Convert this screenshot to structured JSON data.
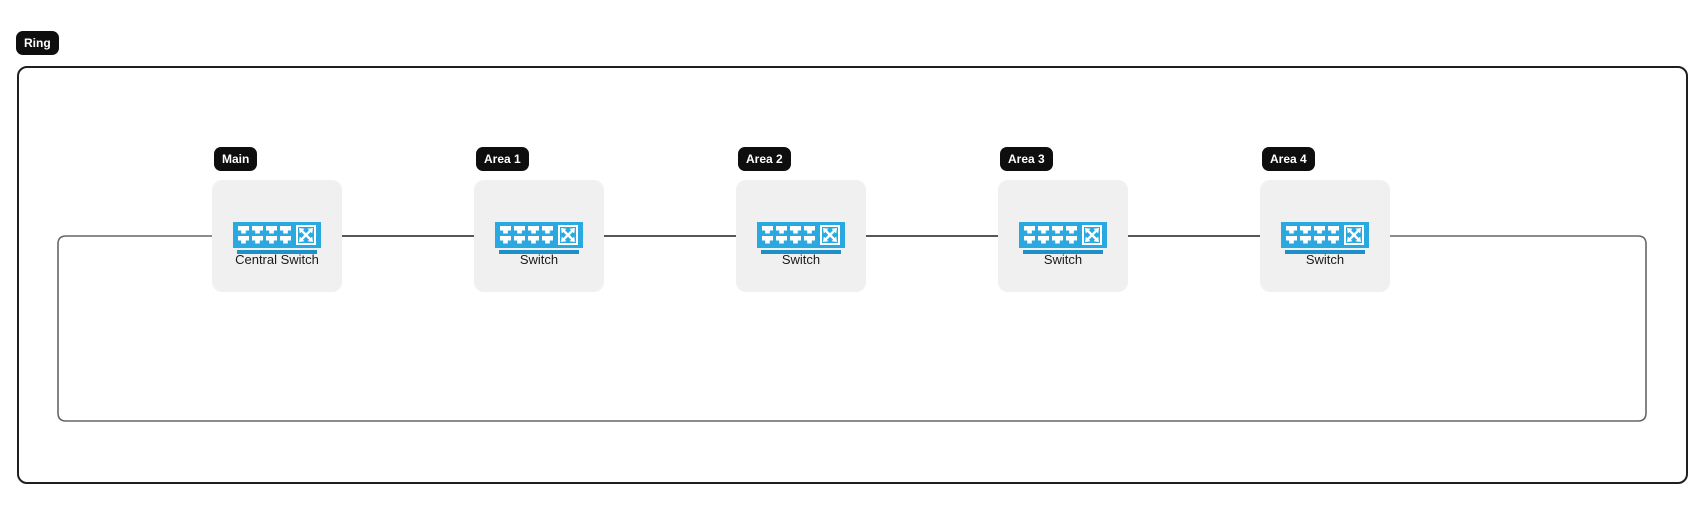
{
  "diagram": {
    "type": "network-topology",
    "group_label": "Ring",
    "nodes": [
      {
        "id": "main",
        "badge": "Main",
        "label": "Central Switch",
        "icon": "switch-icon"
      },
      {
        "id": "area1",
        "badge": "Area 1",
        "label": "Switch",
        "icon": "switch-icon"
      },
      {
        "id": "area2",
        "badge": "Area 2",
        "label": "Switch",
        "icon": "switch-icon"
      },
      {
        "id": "area3",
        "badge": "Area 3",
        "label": "Switch",
        "icon": "switch-icon"
      },
      {
        "id": "area4",
        "badge": "Area 4",
        "label": "Switch",
        "icon": "switch-icon"
      }
    ],
    "edges": [
      {
        "from": "main",
        "to": "area1",
        "directed": true,
        "kind": "straight"
      },
      {
        "from": "area1",
        "to": "area2",
        "directed": true,
        "kind": "straight"
      },
      {
        "from": "area2",
        "to": "area3",
        "directed": true,
        "kind": "straight"
      },
      {
        "from": "area3",
        "to": "area4",
        "directed": true,
        "kind": "straight"
      },
      {
        "from": "area4",
        "to": "main",
        "directed": true,
        "kind": "ring-return-loop"
      }
    ],
    "colors": {
      "icon_blue": "#29a9e0",
      "node_card_bg": "#f0f0f0",
      "badge_bg": "#0e0e0e",
      "badge_text": "#ffffff",
      "edge_stroke": "#3f3f3f",
      "ring_loop_stroke": "#666666",
      "container_border": "#1f1f1f",
      "canvas_bg": "#ffffff"
    }
  }
}
